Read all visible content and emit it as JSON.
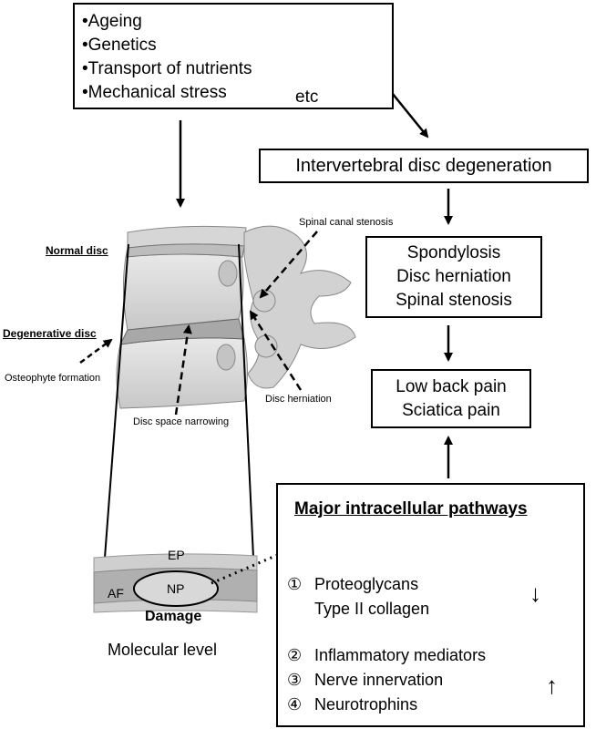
{
  "factors": {
    "items": [
      "•Ageing",
      "•Genetics",
      "•Transport of nutrients",
      "•Mechanical stress"
    ],
    "etc": "etc"
  },
  "degeneration": "Intervertebral disc degeneration",
  "conditions": [
    "Spondylosis",
    "Disc herniation",
    "Spinal stenosis"
  ],
  "pain": [
    "Low back pain",
    "Sciatica pain"
  ],
  "pathways": {
    "title": "Major intracellular pathways",
    "group1": [
      {
        "num": "①",
        "label": "Proteoglycans"
      },
      {
        "num": "",
        "label": "Type II collagen"
      }
    ],
    "group1_arrow": "↓",
    "group2": [
      {
        "num": "②",
        "label": "Inflammatory mediators"
      },
      {
        "num": "③",
        "label": "Nerve innervation"
      },
      {
        "num": "④",
        "label": "Neurotrophins"
      }
    ],
    "group2_arrow": "↑"
  },
  "spine_labels": {
    "normal_disc": "Normal disc",
    "degenerative_disc": "Degenerative disc",
    "osteophyte": "Osteophyte formation",
    "canal_stenosis": "Spinal canal stenosis",
    "disc_herniation": "Disc herniation",
    "space_narrowing": "Disc space narrowing"
  },
  "molecular": {
    "ep": "EP",
    "np": "NP",
    "af": "AF",
    "damage": "Damage",
    "level": "Molecular level"
  }
}
